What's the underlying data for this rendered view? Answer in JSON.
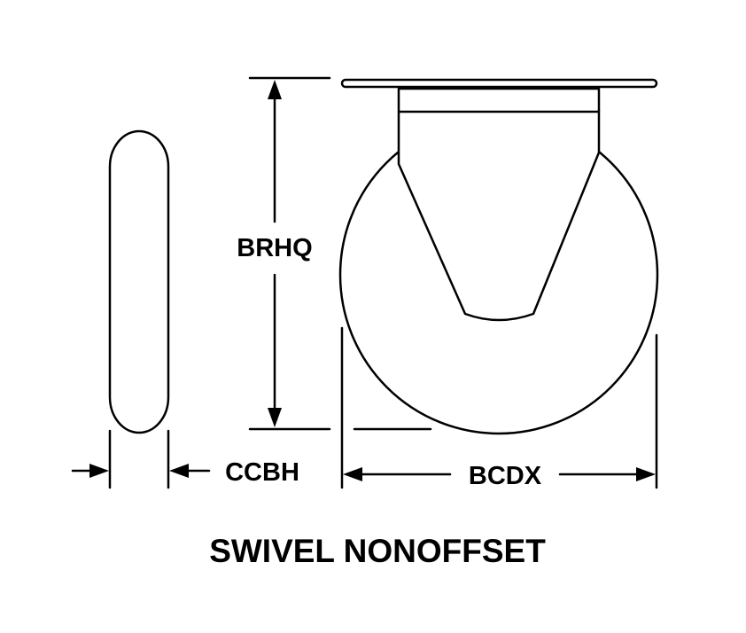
{
  "diagram": {
    "labels": {
      "height": "BRHQ",
      "width": "CCBH",
      "diameter": "BCDX"
    },
    "caption": "SWIVEL NONOFFSET",
    "colors": {
      "line": "#000000",
      "background": "#ffffff"
    }
  }
}
